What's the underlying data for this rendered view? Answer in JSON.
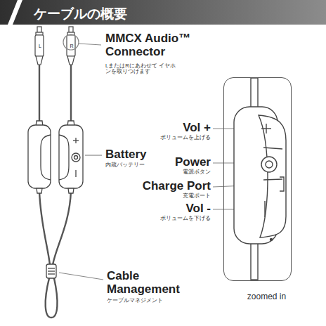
{
  "diagram": {
    "title": "ケーブルの概要",
    "nodes": [
      {
        "text": [
          "zoomed in"
        ]
      }
    ],
    "labels": [
      "MMCX Audio™ Connector",
      "LまたはRにあわせて イヤホンを取りつけます",
      "L",
      "R",
      "Battery",
      "内蔵バッテリー",
      "Cable Management",
      "ケーブルマネジメント",
      "Vol +",
      "ボリュームを上げる",
      "Power",
      "電源ボタン",
      "Charge Port",
      "充電ポート",
      "Vol -",
      "ボリュームを下げる"
    ]
  }
}
